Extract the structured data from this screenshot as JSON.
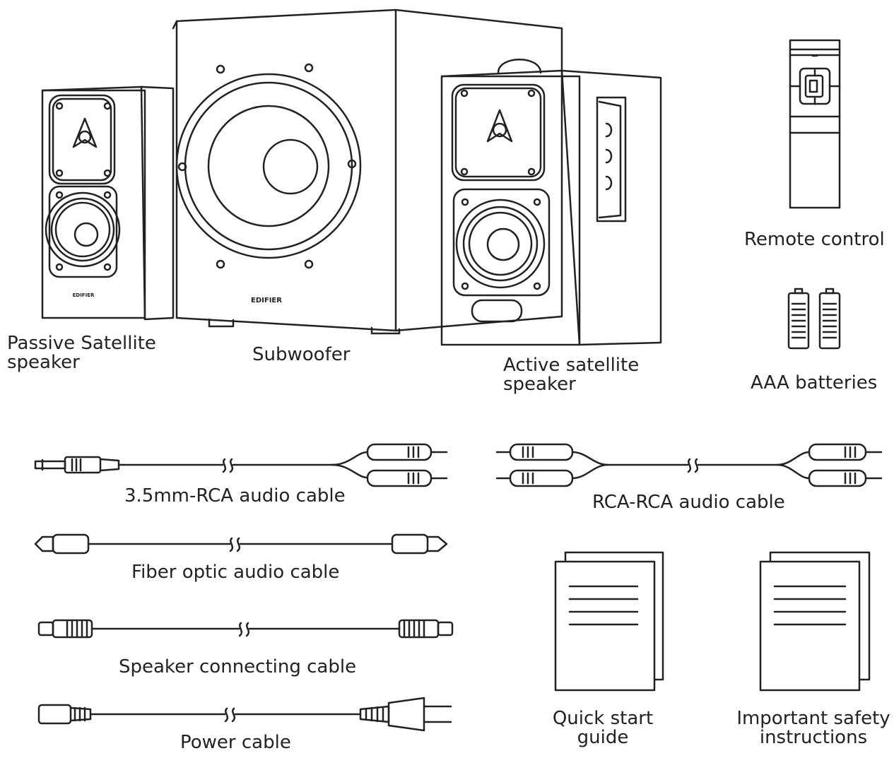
{
  "labels": {
    "passive_line1": "Passive Satellite",
    "passive_line2": "speaker",
    "subwoofer": "Subwoofer",
    "active_line1": "Active satellite",
    "active_line2": "speaker",
    "remote": "Remote control",
    "batteries": "AAA batteries",
    "cable_35mm_rca": "3.5mm-RCA audio cable",
    "cable_rca_rca": "RCA-RCA audio cable",
    "cable_fiber": "Fiber optic audio cable",
    "cable_speaker": "Speaker connecting cable",
    "cable_power": "Power cable",
    "quick_line1": "Quick start",
    "quick_line2": "guide",
    "safety_line1": "Important safety",
    "safety_line2": "instructions"
  },
  "brand": {
    "logo_text": "EDIFIER"
  }
}
